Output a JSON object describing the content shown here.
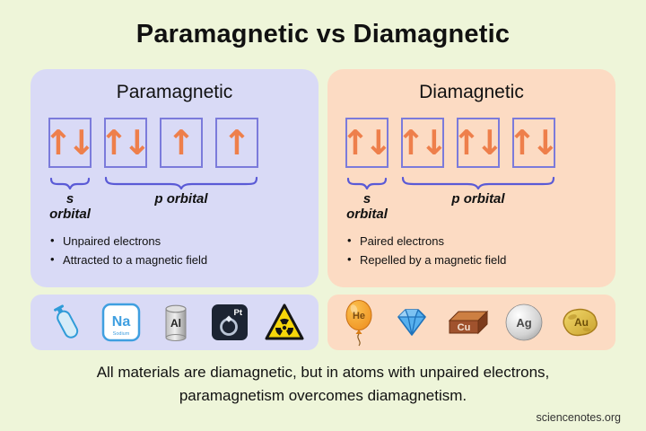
{
  "header": {
    "title": "Paramagnetic vs Diamagnetic"
  },
  "panels": [
    {
      "name": "Paramagnetic",
      "orbitals": [
        [
          "up",
          "down"
        ],
        [
          "up",
          "down"
        ],
        [
          "up"
        ],
        [
          "up"
        ]
      ],
      "s_orbital_label": "s orbital",
      "p_orbital_label": "p orbital",
      "bullets": [
        "Unpaired electrons",
        "Attracted to a magnetic field"
      ]
    },
    {
      "name": "Diamagnetic",
      "orbitals": [
        [
          "up",
          "down"
        ],
        [
          "up",
          "down"
        ],
        [
          "up",
          "down"
        ],
        [
          "up",
          "down"
        ]
      ],
      "s_orbital_label": "s orbital",
      "p_orbital_label": "p orbital",
      "bullets": [
        "Paired electrons",
        "Repelled by a magnetic field"
      ]
    }
  ],
  "examples": {
    "paramagnetic": [
      {
        "name": "oxygen tank"
      },
      {
        "name": "sodium element tile",
        "label": "Na",
        "sublabel": "Sodium"
      },
      {
        "name": "aluminum can",
        "label": "Al"
      },
      {
        "name": "platinum ring",
        "label": "Pt"
      },
      {
        "name": "uranium radioactive symbol"
      }
    ],
    "diamagnetic": [
      {
        "name": "helium balloon",
        "label": "He"
      },
      {
        "name": "carbon diamond"
      },
      {
        "name": "copper bar",
        "label": "Cu"
      },
      {
        "name": "silver sphere",
        "label": "Ag"
      },
      {
        "name": "gold nugget",
        "label": "Au"
      }
    ]
  },
  "footer": {
    "line1": "All materials are diamagnetic, but in atoms with unpaired electrons,",
    "line2": "paramagnetism overcomes diamagnetism.",
    "credit": "sciencenotes.org"
  },
  "colors": {
    "background": "#eef5d9",
    "paramagnetic_panel": "#d9daf6",
    "diamagnetic_panel": "#fcdbc3",
    "arrow": "#ee7f4b",
    "orbital_box_border": "#7b7bdb",
    "brace": "#5a5ad6",
    "title_text": "#111111"
  }
}
